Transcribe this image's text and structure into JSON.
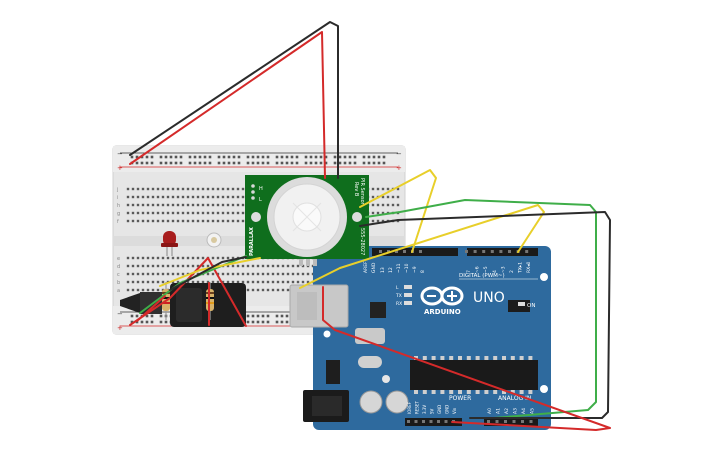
{
  "pir": {
    "brand": "PARALLAX",
    "title": "PIR Sensor",
    "rev": "Rev B",
    "part": "555-28027",
    "jumpers": [
      "H",
      "L"
    ]
  },
  "arduino": {
    "model": "UNO",
    "brand": "ARDUINO",
    "digital_label": "DIGITAL (PWM~)",
    "power_label": "POWER",
    "analog_label": "ANALOG IN",
    "on_label": "ON",
    "aref": "AREF",
    "gnd": "GND",
    "digital_pins": [
      "13",
      "12",
      "~11",
      "~10",
      "~9",
      "8",
      "7",
      "~6",
      "~5",
      "4",
      "~3",
      "2",
      "TX▸1",
      "RX◂0"
    ],
    "power_pins": [
      "IOREF",
      "RESET",
      "3.3V",
      "5V",
      "GND",
      "GND",
      "Vin"
    ],
    "analog_pins": [
      "A0",
      "A1",
      "A2",
      "A3",
      "A4",
      "A5"
    ],
    "leds": [
      "L",
      "TX",
      "RX"
    ]
  },
  "breadboard": {
    "rail_minus": "−",
    "rail_plus": "+",
    "row_letters_top": [
      "j",
      "i",
      "h",
      "g",
      "f"
    ],
    "row_letters_bottom": [
      "e",
      "d",
      "c",
      "b",
      "a"
    ]
  },
  "colors": {
    "wire_red": "#d42a2a",
    "wire_black": "#2b2b2b",
    "wire_yellow": "#e8cf2a",
    "wire_green": "#3fae49",
    "arduino_board": "#2e6a9e",
    "pir_board": "#0f6e1d",
    "breadboard": "#e6e6e6"
  }
}
